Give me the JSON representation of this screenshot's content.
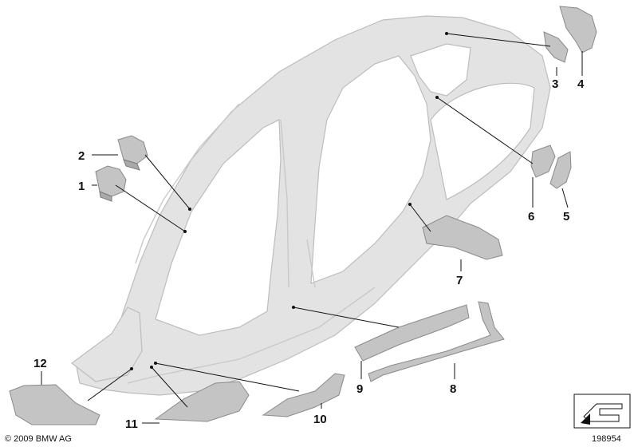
{
  "callouts": [
    {
      "id": "1",
      "label": "1"
    },
    {
      "id": "2",
      "label": "2"
    },
    {
      "id": "3",
      "label": "3"
    },
    {
      "id": "4",
      "label": "4"
    },
    {
      "id": "5",
      "label": "5"
    },
    {
      "id": "6",
      "label": "6"
    },
    {
      "id": "7",
      "label": "7"
    },
    {
      "id": "8",
      "label": "8"
    },
    {
      "id": "9",
      "label": "9"
    },
    {
      "id": "10",
      "label": "10"
    },
    {
      "id": "11",
      "label": "11"
    },
    {
      "id": "12",
      "label": "12"
    }
  ],
  "footer": {
    "copyright": "© 2009 BMW AG",
    "diagram_number": "198954"
  },
  "colors": {
    "body_fill": "#e3e3e3",
    "part_fill": "#c4c4c4",
    "line": "#111111"
  }
}
